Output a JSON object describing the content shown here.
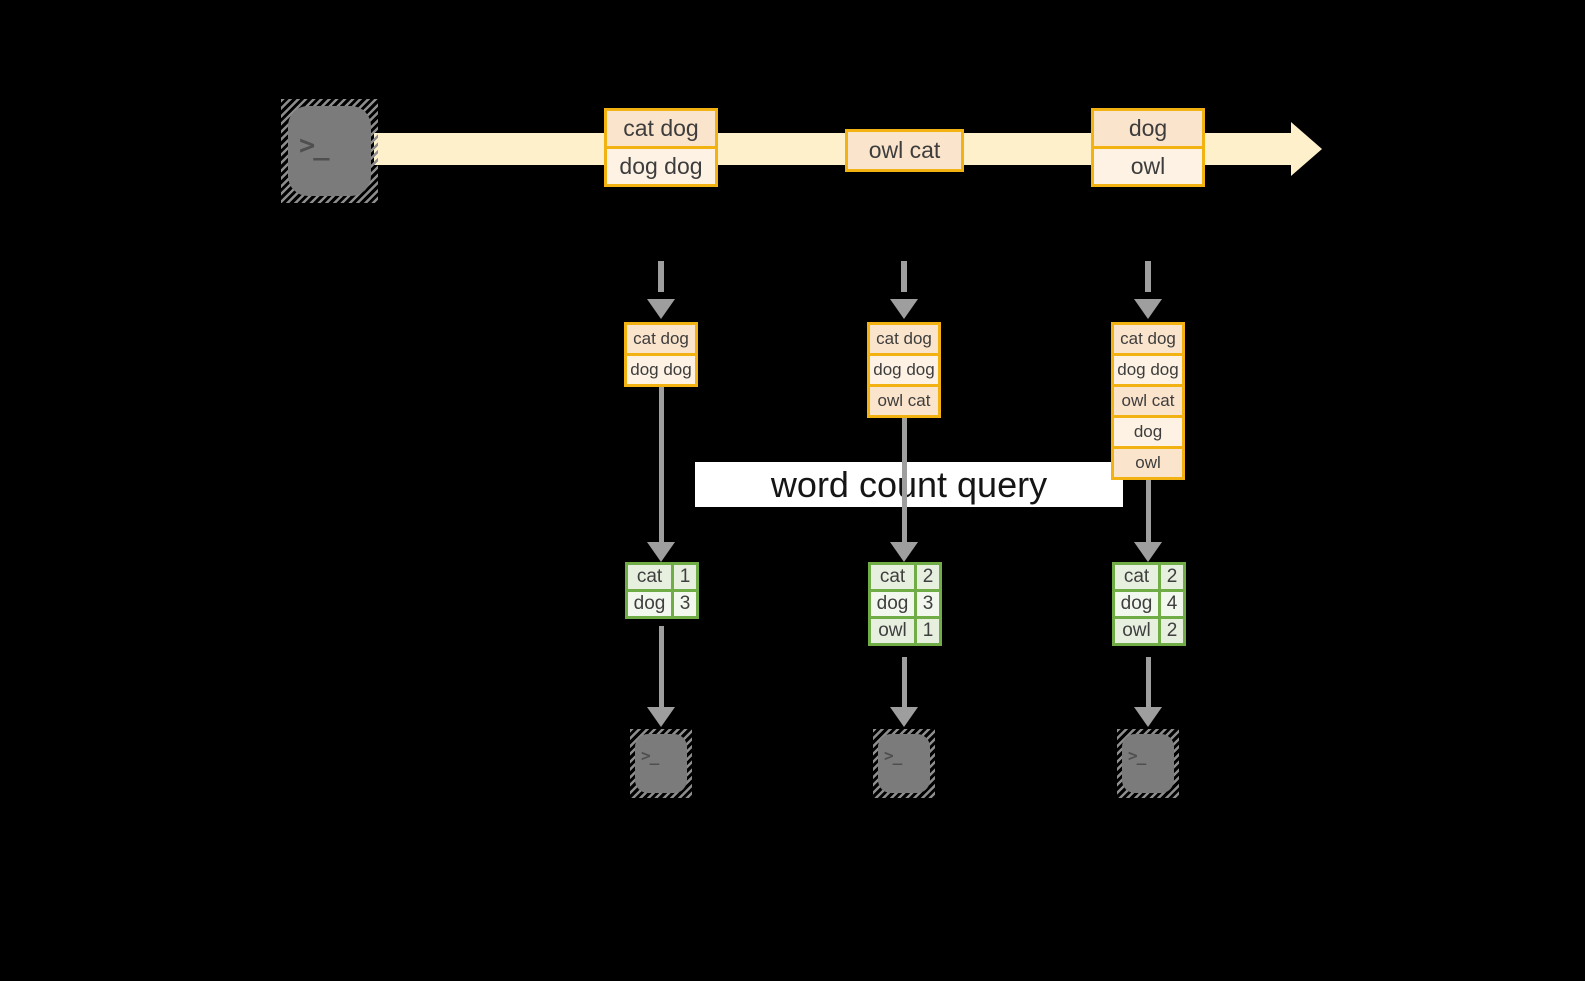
{
  "query": {
    "label": "word count query"
  },
  "source": {
    "icon": "terminal-icon",
    "glyph": ">_"
  },
  "stream": {
    "events": [
      {
        "rows": [
          "cat dog",
          "dog dog"
        ]
      },
      {
        "rows": [
          "owl cat"
        ]
      },
      {
        "rows": [
          "dog",
          "owl"
        ]
      }
    ]
  },
  "windows": [
    {
      "rows": [
        "cat dog",
        "dog dog"
      ]
    },
    {
      "rows": [
        "cat dog",
        "dog dog",
        "owl cat"
      ]
    },
    {
      "rows": [
        "cat dog",
        "dog dog",
        "owl cat",
        "dog",
        "owl"
      ]
    }
  ],
  "results": [
    {
      "rows": [
        {
          "word": "cat",
          "count": "1"
        },
        {
          "word": "dog",
          "count": "3"
        }
      ]
    },
    {
      "rows": [
        {
          "word": "cat",
          "count": "2"
        },
        {
          "word": "dog",
          "count": "3"
        },
        {
          "word": "owl",
          "count": "1"
        }
      ]
    },
    {
      "rows": [
        {
          "word": "cat",
          "count": "2"
        },
        {
          "word": "dog",
          "count": "4"
        },
        {
          "word": "owl",
          "count": "2"
        }
      ]
    }
  ],
  "sinks": [
    {
      "icon": "terminal-icon",
      "glyph": ">_"
    },
    {
      "icon": "terminal-icon",
      "glyph": ">_"
    },
    {
      "icon": "terminal-icon",
      "glyph": ">_"
    }
  ],
  "colors": {
    "background": "#000000",
    "accent_gold": "#f2b212",
    "fill_peach": "#fbe4cc",
    "fill_cream": "#fdf2e3",
    "stream_band": "#fdf0ca",
    "green_border": "#70ad47",
    "green_fill_dark": "#e7efdf",
    "green_fill_light": "#f3f8ef",
    "arrow_gray": "#9e9e9e",
    "icon_gray": "#7b7b7b",
    "text": "#3d3d3d"
  }
}
